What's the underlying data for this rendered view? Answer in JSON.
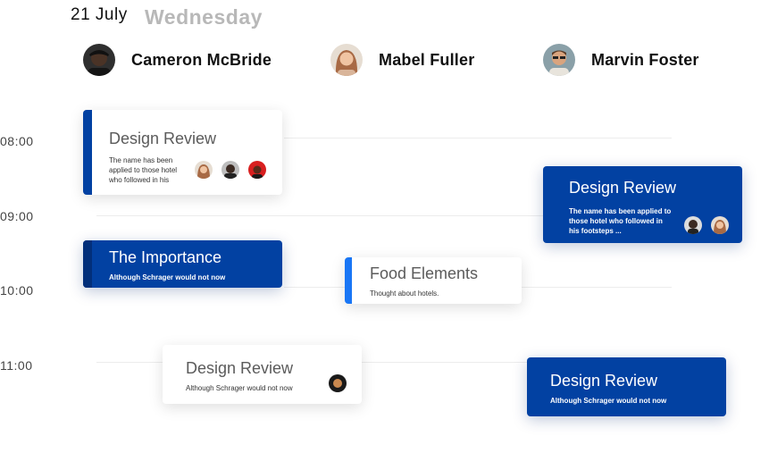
{
  "header": {
    "date": "21 July",
    "weekday": "Wednesday"
  },
  "people": [
    {
      "name": "Cameron McBride",
      "avatar": "avatar-cameron"
    },
    {
      "name": "Mabel Fuller",
      "avatar": "avatar-mabel"
    },
    {
      "name": "Marvin Foster",
      "avatar": "avatar-marvin"
    }
  ],
  "hours": [
    "08:00",
    "09:00",
    "10:00",
    "11:00"
  ],
  "events": [
    {
      "title": "Design Review",
      "description": "The name has been applied to those hotel who followed in his",
      "style": "white",
      "accent": "#0241a2"
    },
    {
      "title": "Design Review",
      "description": "The name has been applied to those hotel who followed in his footsteps ...",
      "style": "blue"
    },
    {
      "title": "The Importance",
      "description": "Although Schrager would not now",
      "style": "blue",
      "accent": "#022f7a"
    },
    {
      "title": "Food Elements",
      "description": "Thought about hotels.",
      "style": "white",
      "accent": "#1976f5"
    },
    {
      "title": "Design Review",
      "description": "Although Schrager would not now",
      "style": "white"
    },
    {
      "title": "Design Review",
      "description": "Although Schrager would not now",
      "style": "blue"
    }
  ],
  "colors": {
    "brand_blue": "#0241a2",
    "accent_light_blue": "#1976f5",
    "weekday_gray": "#b8b8b8"
  }
}
